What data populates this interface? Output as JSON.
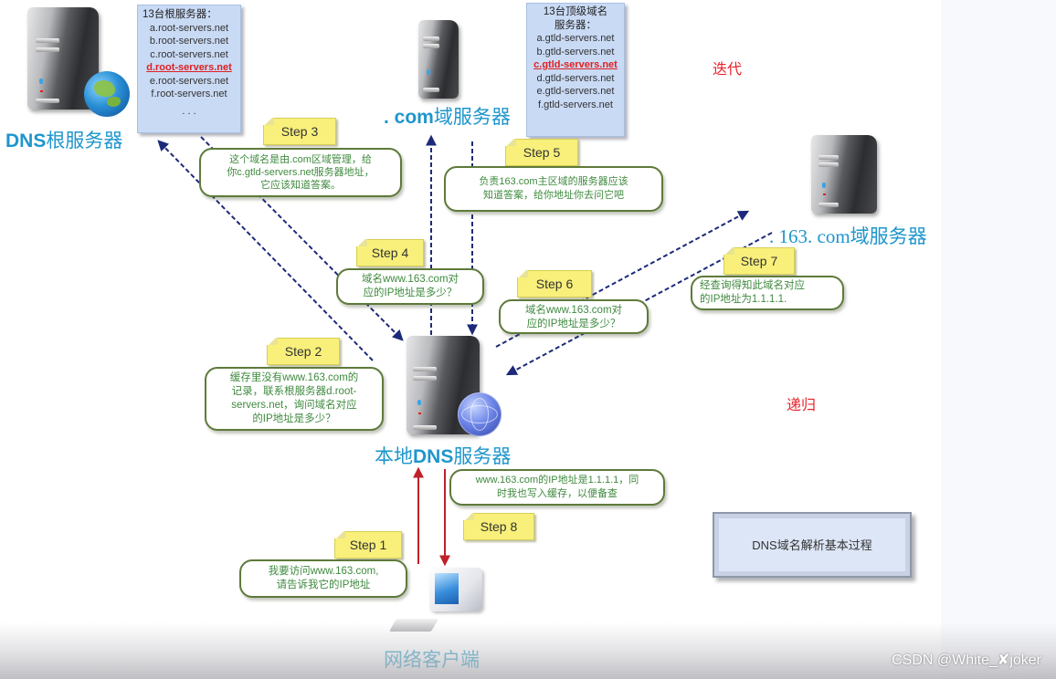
{
  "diagram": {
    "title": "DNS域名解析基本过程",
    "annotations": {
      "iterative": "迭代",
      "recursive": "递归"
    },
    "watermark": "CSDN @White_✘joker",
    "colors": {
      "server_label": "#1e96cc",
      "highlight": "#e02020",
      "bubble_text": "#3f8a3f",
      "bubble_border": "#5e7a3a",
      "step_fill": "#f8f07a",
      "list_box_fill": "#c9daf5",
      "arrow_dashed": "#1d2a7a",
      "arrow_solid": "#c0202a",
      "annotation": "#e8222a"
    },
    "nodes": {
      "root": {
        "label_latin": "DNS",
        "label_cn": "根服务器",
        "list_heading": "13台根服务器：",
        "list_items": [
          {
            "text": "a.root-servers.net",
            "highlight": false
          },
          {
            "text": "b.root-servers.net",
            "highlight": false
          },
          {
            "text": "c.root-servers.net",
            "highlight": false
          },
          {
            "text": "d.root-servers.net",
            "highlight": true
          },
          {
            "text": "e.root-servers.net",
            "highlight": false
          },
          {
            "text": "f.root-servers.net",
            "highlight": false
          }
        ],
        "list_more": ". . ."
      },
      "com": {
        "label_latin": ". com",
        "label_cn": "域服务器",
        "list_heading_1": "13台顶级域名",
        "list_heading_2": "服务器：",
        "list_items": [
          {
            "text": "a.gtld-servers.net",
            "highlight": false
          },
          {
            "text": "b.gtld-servers.net",
            "highlight": false
          },
          {
            "text": "c.gtld-servers.net",
            "highlight": true
          },
          {
            "text": "d.gtld-servers.net",
            "highlight": false
          },
          {
            "text": "e.gtld-servers.net",
            "highlight": false
          },
          {
            "text": "f.gtld-servers.net",
            "highlight": false
          }
        ]
      },
      "domain163": {
        "label_latin": ". 163. com",
        "label_cn": "域服务器"
      },
      "local": {
        "label_cn_1": "本地",
        "label_latin": "DNS",
        "label_cn_2": "服务器"
      },
      "client": {
        "label_cn": "网络客户端"
      }
    },
    "steps": [
      {
        "label": "Step 1",
        "text": [
          "我要访问www.163.com,",
          "请告诉我它的IP地址"
        ]
      },
      {
        "label": "Step 2",
        "text": [
          "缓存里没有www.163.com的",
          "记录，联系根服务器d.root-",
          "servers.net，询问域名对应",
          "的IP地址是多少？"
        ]
      },
      {
        "label": "Step 3",
        "text": [
          "这个域名是由.com区域管理，给",
          "你c.gtld-servers.net服务器地址，",
          "它应该知道答案。"
        ]
      },
      {
        "label": "Step 4",
        "text": [
          "域名www.163.com对",
          "应的IP地址是多少？"
        ]
      },
      {
        "label": "Step 5",
        "text": [
          "负责163.com主区域的服务器应该",
          "知道答案，给你地址你去问它吧"
        ]
      },
      {
        "label": "Step 6",
        "text": [
          "域名www.163.com对",
          "应的IP地址是多少？"
        ]
      },
      {
        "label": "Step 7",
        "text": [
          "经查询得知此域名对应",
          "的IP地址为1.1.1.1."
        ]
      },
      {
        "label": "Step 8",
        "text": [
          "www.163.com的IP地址是1.1.1.1，同",
          "时我也写入缓存，以便备查"
        ]
      }
    ],
    "edges": [
      {
        "from": "client",
        "to": "local",
        "step": 1,
        "style": "solid"
      },
      {
        "from": "local",
        "to": "root",
        "step": 2,
        "style": "dashed"
      },
      {
        "from": "root",
        "to": "local",
        "step": 3,
        "style": "dashed"
      },
      {
        "from": "local",
        "to": "com",
        "step": 4,
        "style": "dashed"
      },
      {
        "from": "com",
        "to": "local",
        "step": 5,
        "style": "dashed"
      },
      {
        "from": "local",
        "to": "domain163",
        "step": 6,
        "style": "dashed"
      },
      {
        "from": "domain163",
        "to": "local",
        "step": 7,
        "style": "dashed"
      },
      {
        "from": "local",
        "to": "client",
        "step": 8,
        "style": "solid"
      }
    ]
  }
}
